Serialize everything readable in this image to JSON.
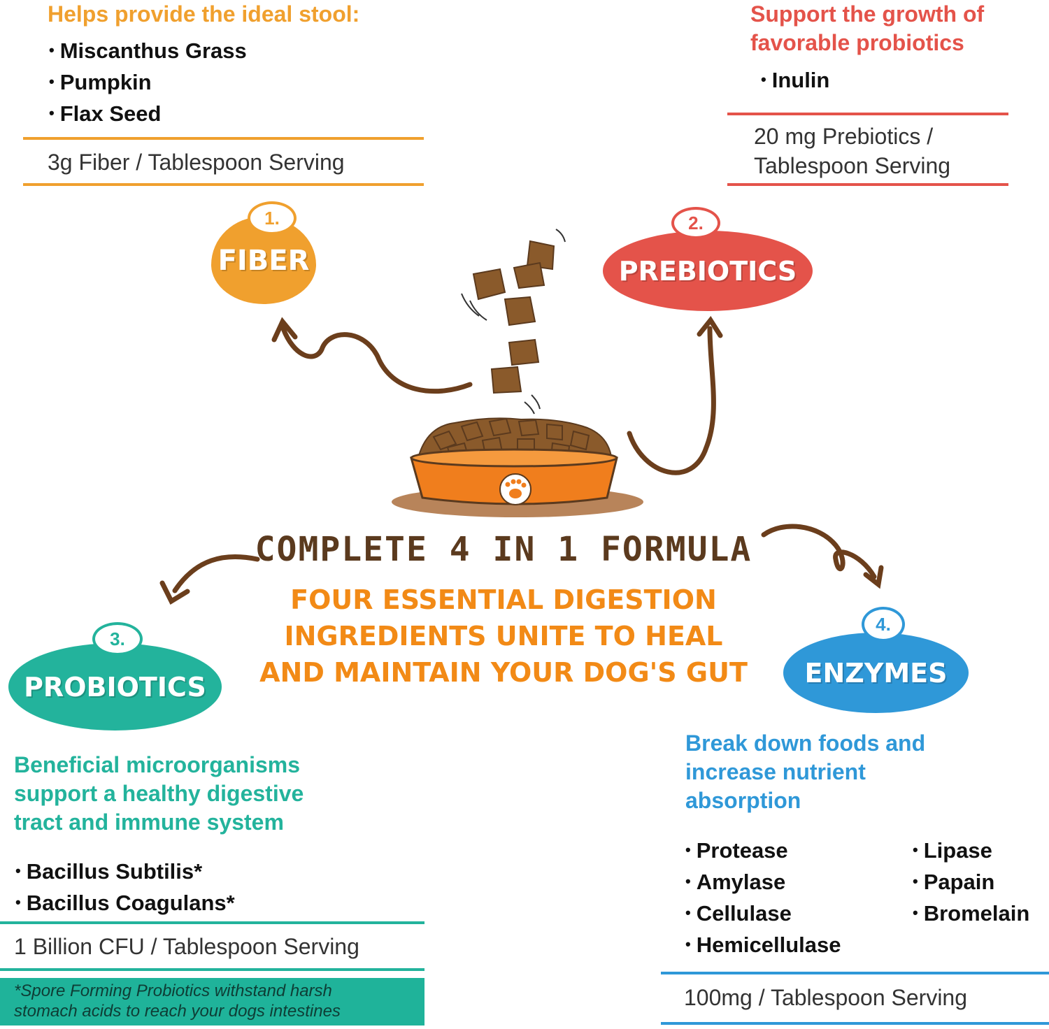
{
  "fiber": {
    "title": "Helps provide the ideal stool:",
    "items": [
      "Miscanthus Grass",
      "Pumpkin",
      "Flax Seed"
    ],
    "serving": "3g Fiber / Tablespoon Serving",
    "number": "1.",
    "badge": "FIBER",
    "color": "#f0a02e"
  },
  "prebiotics": {
    "title_line1": "Support the growth of",
    "title_line2": "favorable probiotics",
    "items": [
      "Inulin"
    ],
    "serving_line1": "20 mg Prebiotics /",
    "serving_line2": "Tablespoon Serving",
    "number": "2.",
    "badge": "PREBIOTICS",
    "color": "#e4534a"
  },
  "probiotics": {
    "title_line1": "Beneficial microorganisms",
    "title_line2": "support a healthy digestive",
    "title_line3": "tract and immune system",
    "items": [
      "Bacillus Subtilis*",
      "Bacillus Coagulans*"
    ],
    "serving": "1 Billion CFU / Tablespoon Serving",
    "note_line1": "*Spore Forming Probiotics withstand harsh",
    "note_line2": "stomach acids to reach your dogs intestines",
    "number": "3.",
    "badge": "PROBIOTICS",
    "color": "#23b39c"
  },
  "enzymes": {
    "title_line1": "Break down foods and",
    "title_line2": "increase nutrient",
    "title_line3": "absorption",
    "items_col1": [
      "Protease",
      "Amylase",
      "Cellulase",
      "Hemicellulase"
    ],
    "items_col2": [
      "Lipase",
      "Papain",
      "Bromelain"
    ],
    "serving": "100mg / Tablespoon Serving",
    "number": "4.",
    "badge": "ENZYMES",
    "color": "#2f98d8"
  },
  "center": {
    "headline": "COMPLETE 4 IN 1 FORMULA",
    "sub_line1": "FOUR ESSENTIAL DIGESTION",
    "sub_line2": "INGREDIENTS UNITE TO HEAL",
    "sub_line3": "AND MAINTAIN YOUR DOG'S GUT"
  },
  "colors": {
    "arrow": "#6b3e1c",
    "bowl": "#f07e1d",
    "kibble": "#8a5a2b"
  }
}
